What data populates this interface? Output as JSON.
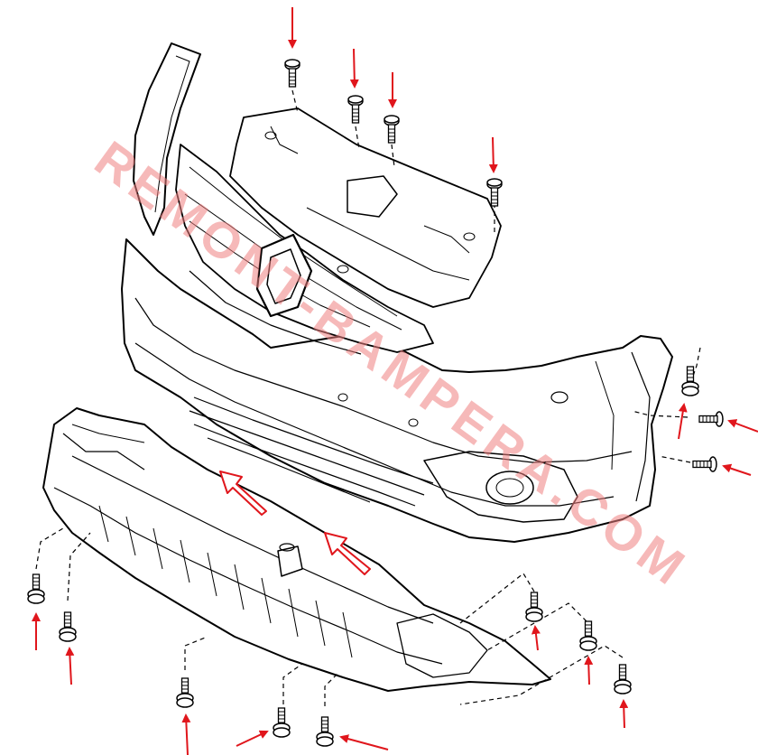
{
  "watermark": {
    "text": "REMONT-BAMPERA.COM"
  },
  "colors": {
    "arrow": "#e0161c",
    "line": "#000000",
    "outline_arrow": "#e0161c",
    "watermark": "#f08080"
  },
  "parts": [
    "front-bumper",
    "radiator-grille",
    "upper-cover-panel",
    "lower-engine-splash-shield"
  ],
  "fasteners": {
    "upper_bolts": 4,
    "side_screws": 3,
    "lower_left_bolts": 2,
    "lower_center_bolts": 3,
    "lower_right_bolts": 3
  }
}
